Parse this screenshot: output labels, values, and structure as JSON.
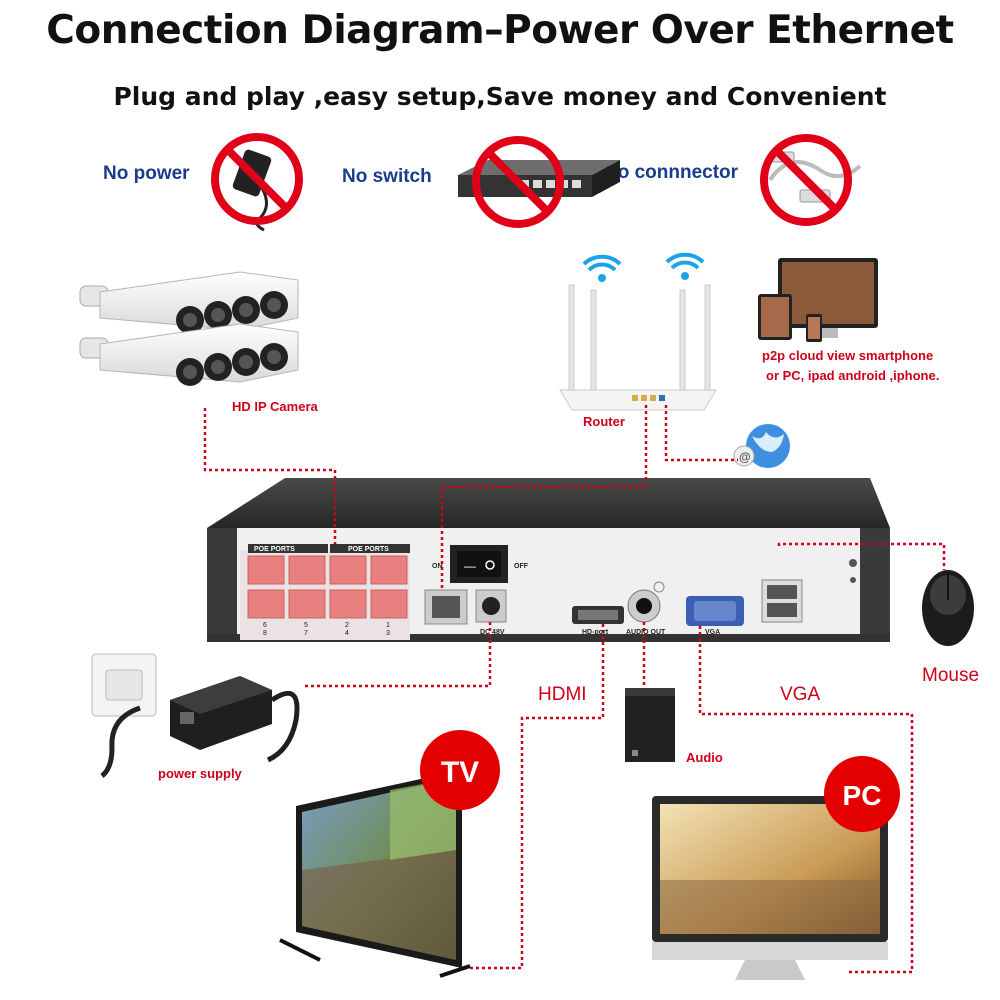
{
  "header": {
    "title": "Connection Diagram–Power Over Ethernet",
    "subtitle": "Plug and play ,easy setup,Save money and Convenient"
  },
  "excluded_items": [
    {
      "label": "No power",
      "icon": "power-adapter-icon"
    },
    {
      "label": "No switch",
      "icon": "network-switch-icon"
    },
    {
      "label": "No connnector",
      "icon": "cable-connector-icon"
    }
  ],
  "devices": {
    "camera_label": "HD IP Camera",
    "router_label": "Router",
    "cloud_line1": "p2p cloud  view smartphone",
    "cloud_line2": "or PC, ipad android ,iphone.",
    "mouse_label": "Mouse",
    "power_label": "power supply",
    "hdmi_label": "HDMI",
    "vga_label": "VGA",
    "audio_label": "Audio",
    "tv_badge": "TV",
    "pc_badge": "PC"
  },
  "nvr_panel": {
    "poe_ports_label_1": "POE PORTS",
    "poe_ports_label_2": "POE PORTS",
    "on_label": "ON",
    "off_label": "OFF",
    "dc_label": "DC 48V",
    "hdmi_port_label": "HD-port",
    "audio_out_label": "AUDIO OUT",
    "vga_port_label": "VGA",
    "port_numbers_top": [
      "6",
      "5",
      "2",
      "1"
    ],
    "port_numbers_bottom": [
      "8",
      "7",
      "4",
      "3"
    ]
  },
  "colors": {
    "accent_red": "#d0001a",
    "label_blue": "#1a3c8c",
    "poe_port": "#e88080",
    "nvr_dark": "#2c2c2c"
  }
}
